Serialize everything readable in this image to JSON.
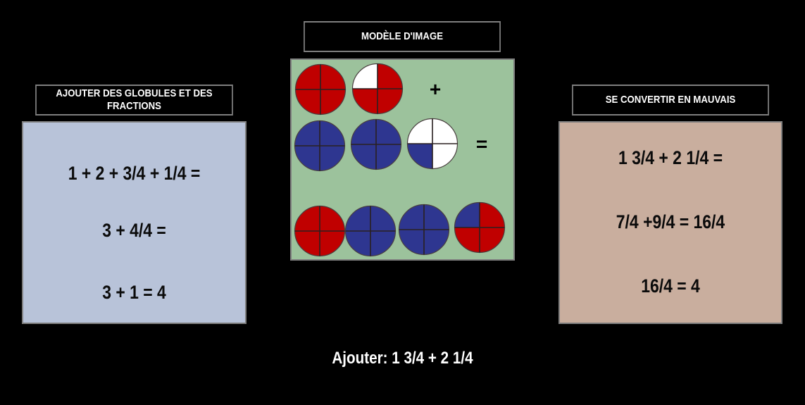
{
  "center": {
    "header": "MODÈLE D'IMAGE",
    "image": {
      "background": "#9cc29c",
      "colors": {
        "red": "#c00000",
        "blue": "#2e3690",
        "white": "#ffffff",
        "line": "#2a2020"
      },
      "rows": [
        {
          "circles": [
            {
              "quarters": [
                "red",
                "red",
                "red",
                "red"
              ]
            },
            {
              "quarters": [
                "white",
                "red",
                "red",
                "red"
              ]
            }
          ],
          "operator": "+"
        },
        {
          "circles": [
            {
              "quarters": [
                "blue",
                "blue",
                "blue",
                "blue"
              ]
            },
            {
              "quarters": [
                "blue",
                "blue",
                "blue",
                "blue"
              ]
            },
            {
              "quarters": [
                "white",
                "white",
                "white",
                "blue"
              ]
            }
          ],
          "operator": "="
        },
        {
          "circles": [
            {
              "quarters": [
                "red",
                "red",
                "red",
                "red"
              ]
            },
            {
              "quarters": [
                "blue",
                "blue",
                "blue",
                "blue"
              ]
            },
            {
              "quarters": [
                "blue",
                "blue",
                "blue",
                "blue"
              ]
            },
            {
              "quarters": [
                "blue",
                "red",
                "red",
                "red"
              ]
            }
          ]
        }
      ],
      "quarter_order": [
        "top-left",
        "top-right",
        "bottom-right",
        "bottom-left"
      ]
    }
  },
  "left": {
    "header_line1": "AJOUTER DES GLOBULES ET DES",
    "header_line2": "FRACTIONS",
    "background": "#b8c3d9",
    "equations": [
      "1 + 2 + 3/4 + 1/4 =",
      "3 + 4/4 =",
      "3 + 1 = 4"
    ]
  },
  "right": {
    "header": "SE CONVERTIR EN MAUVAIS",
    "background": "#c9ae9e",
    "equations": [
      "1 3/4 + 2 1/4 =",
      "7/4 +9/4 = 16/4",
      "16/4 = 4"
    ]
  },
  "footer": {
    "prompt": "Ajouter: 1 3/4 + 2 1/4"
  }
}
